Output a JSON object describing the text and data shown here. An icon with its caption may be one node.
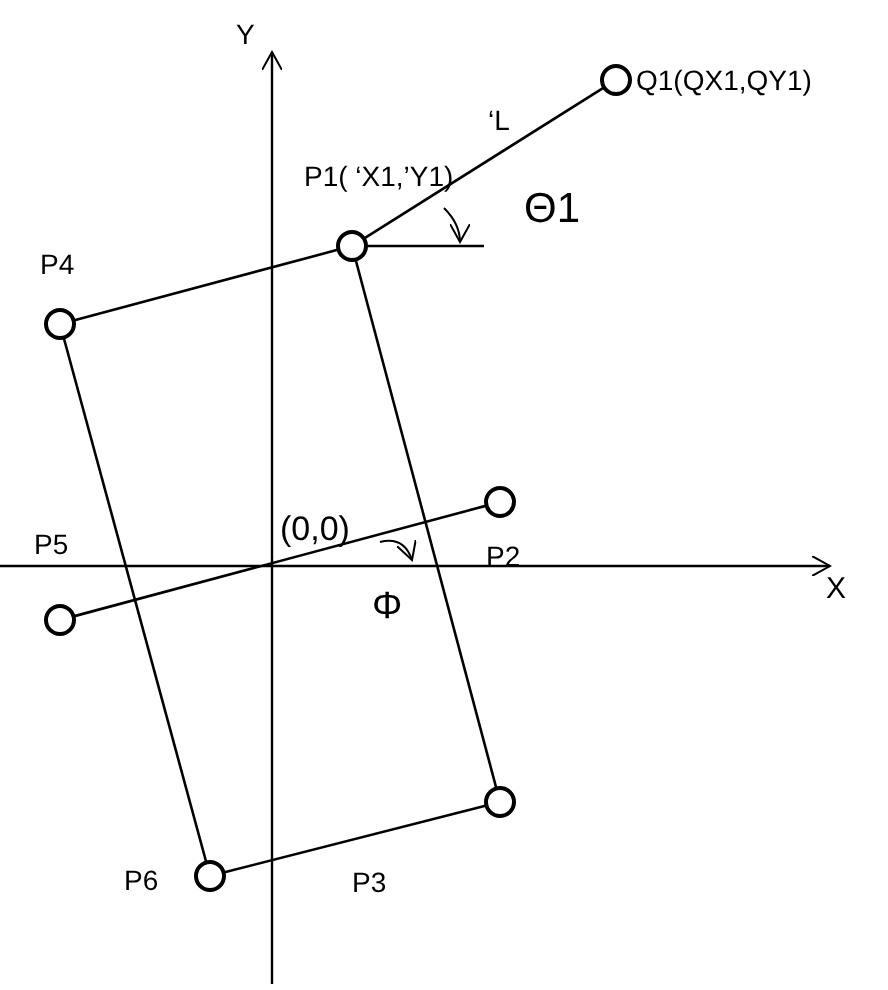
{
  "diagram": {
    "nodes": [
      {
        "text": [],
        "shape": "circle",
        "beside": [
          "Q1(QX1,QY1)"
        ]
      },
      {
        "text": [],
        "shape": "circle",
        "beside": [
          "P1( ‘X1,’Y1)"
        ]
      },
      {
        "text": [],
        "shape": "circle",
        "beside": [
          "P4"
        ]
      },
      {
        "text": [],
        "shape": "circle",
        "beside": [
          "P2"
        ]
      },
      {
        "text": [],
        "shape": "circle",
        "beside": [
          "P5"
        ]
      },
      {
        "text": [],
        "shape": "circle"
      },
      {
        "text": [],
        "shape": "circle",
        "beside": [
          "P6"
        ]
      }
    ],
    "edges": [
      {
        "from": 1,
        "to": 0,
        "arrow": "none",
        "label": "‘L"
      },
      {
        "from": 1,
        "to": 2,
        "arrow": "none"
      },
      {
        "from": 2,
        "to": 6,
        "arrow": "none"
      },
      {
        "from": 6,
        "to": 5,
        "arrow": "none"
      },
      {
        "from": 5,
        "to": 1,
        "arrow": "none"
      },
      {
        "from": 4,
        "to": 3,
        "arrow": "none"
      }
    ],
    "labels": [
      "Y",
      "Θ1",
      "(0,0)",
      "X",
      "Φ",
      "P3"
    ]
  }
}
